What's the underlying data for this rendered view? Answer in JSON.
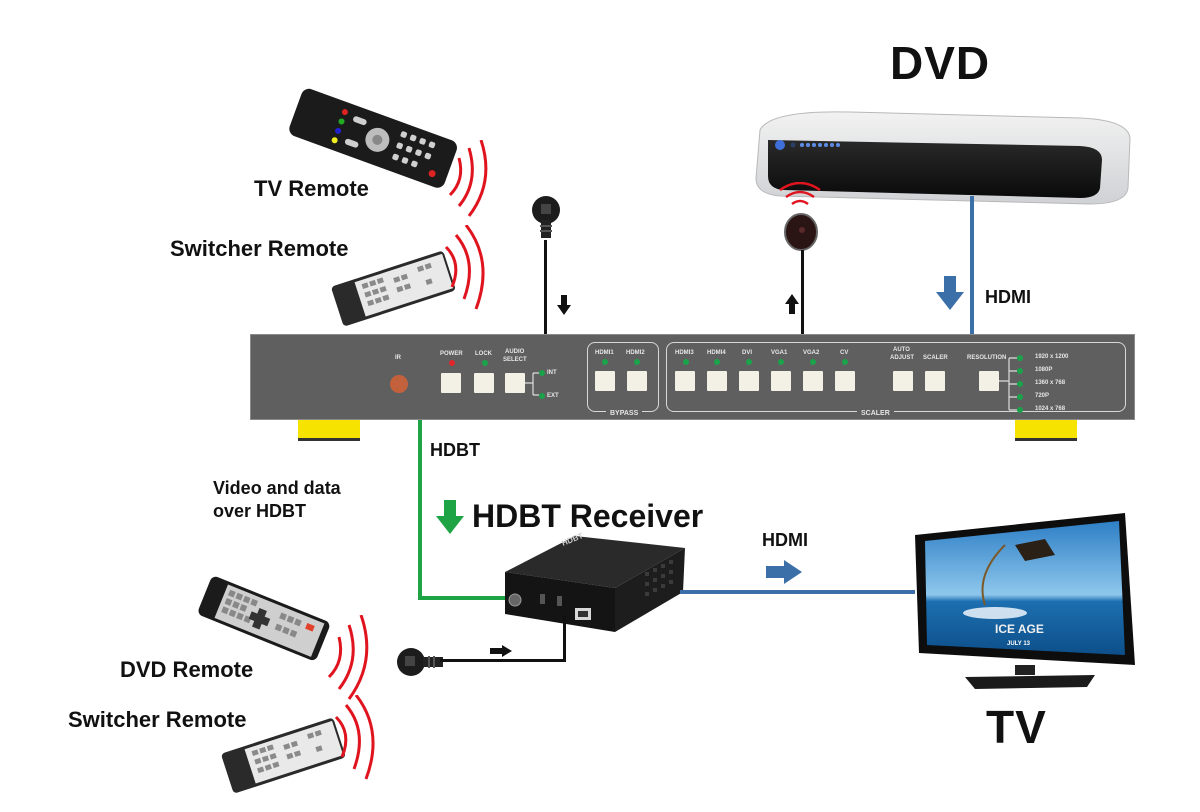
{
  "titles": {
    "dvd": "DVD",
    "tv": "TV",
    "hdbt_receiver": "HDBT Receiver"
  },
  "labels": {
    "tv_remote": "TV Remote",
    "switcher_remote_top": "Switcher Remote",
    "dvd_remote": "DVD Remote",
    "switcher_remote_bottom": "Switcher Remote",
    "hdmi_dvd": "HDMI",
    "hdmi_tv": "HDMI",
    "hdbt": "HDBT",
    "video_data_line1": "Video and data",
    "video_data_line2": "over HDBT"
  },
  "switcher": {
    "ir_label": "IR",
    "power": "POWER",
    "lock": "LOCK",
    "audio_select_1": "AUDIO",
    "audio_select_2": "SELECT",
    "audio_int": "INT",
    "audio_ext": "EXT",
    "bypass_group": "BYPASS",
    "bypass_inputs": [
      "HDMI1",
      "HDMI2"
    ],
    "scaler_group": "SCALER",
    "scaler_inputs": [
      "HDMI3",
      "HDMI4",
      "DVI",
      "VGA1",
      "VGA2",
      "CV"
    ],
    "auto_adjust_1": "AUTO",
    "auto_adjust_2": "ADJUST",
    "scaler_btn": "SCALER",
    "resolution": "RESOLUTION",
    "resolutions": [
      "1920 x 1200",
      "1080P",
      "1360 x 768",
      "720P",
      "1024 x 768"
    ]
  },
  "devices": {
    "receiver_brand": "HDBT",
    "tv_screen_title": "ICE AGE",
    "tv_screen_date": "JULY 13"
  },
  "colors": {
    "panel": "#5f5f5f",
    "hdmi_cable": "#3b6fa8",
    "hdbt_cable": "#1ea445",
    "ir_wave": "#e0141e",
    "led_green": "#1aa34a",
    "led_red": "#e0262a",
    "foot": "#f6e400"
  }
}
